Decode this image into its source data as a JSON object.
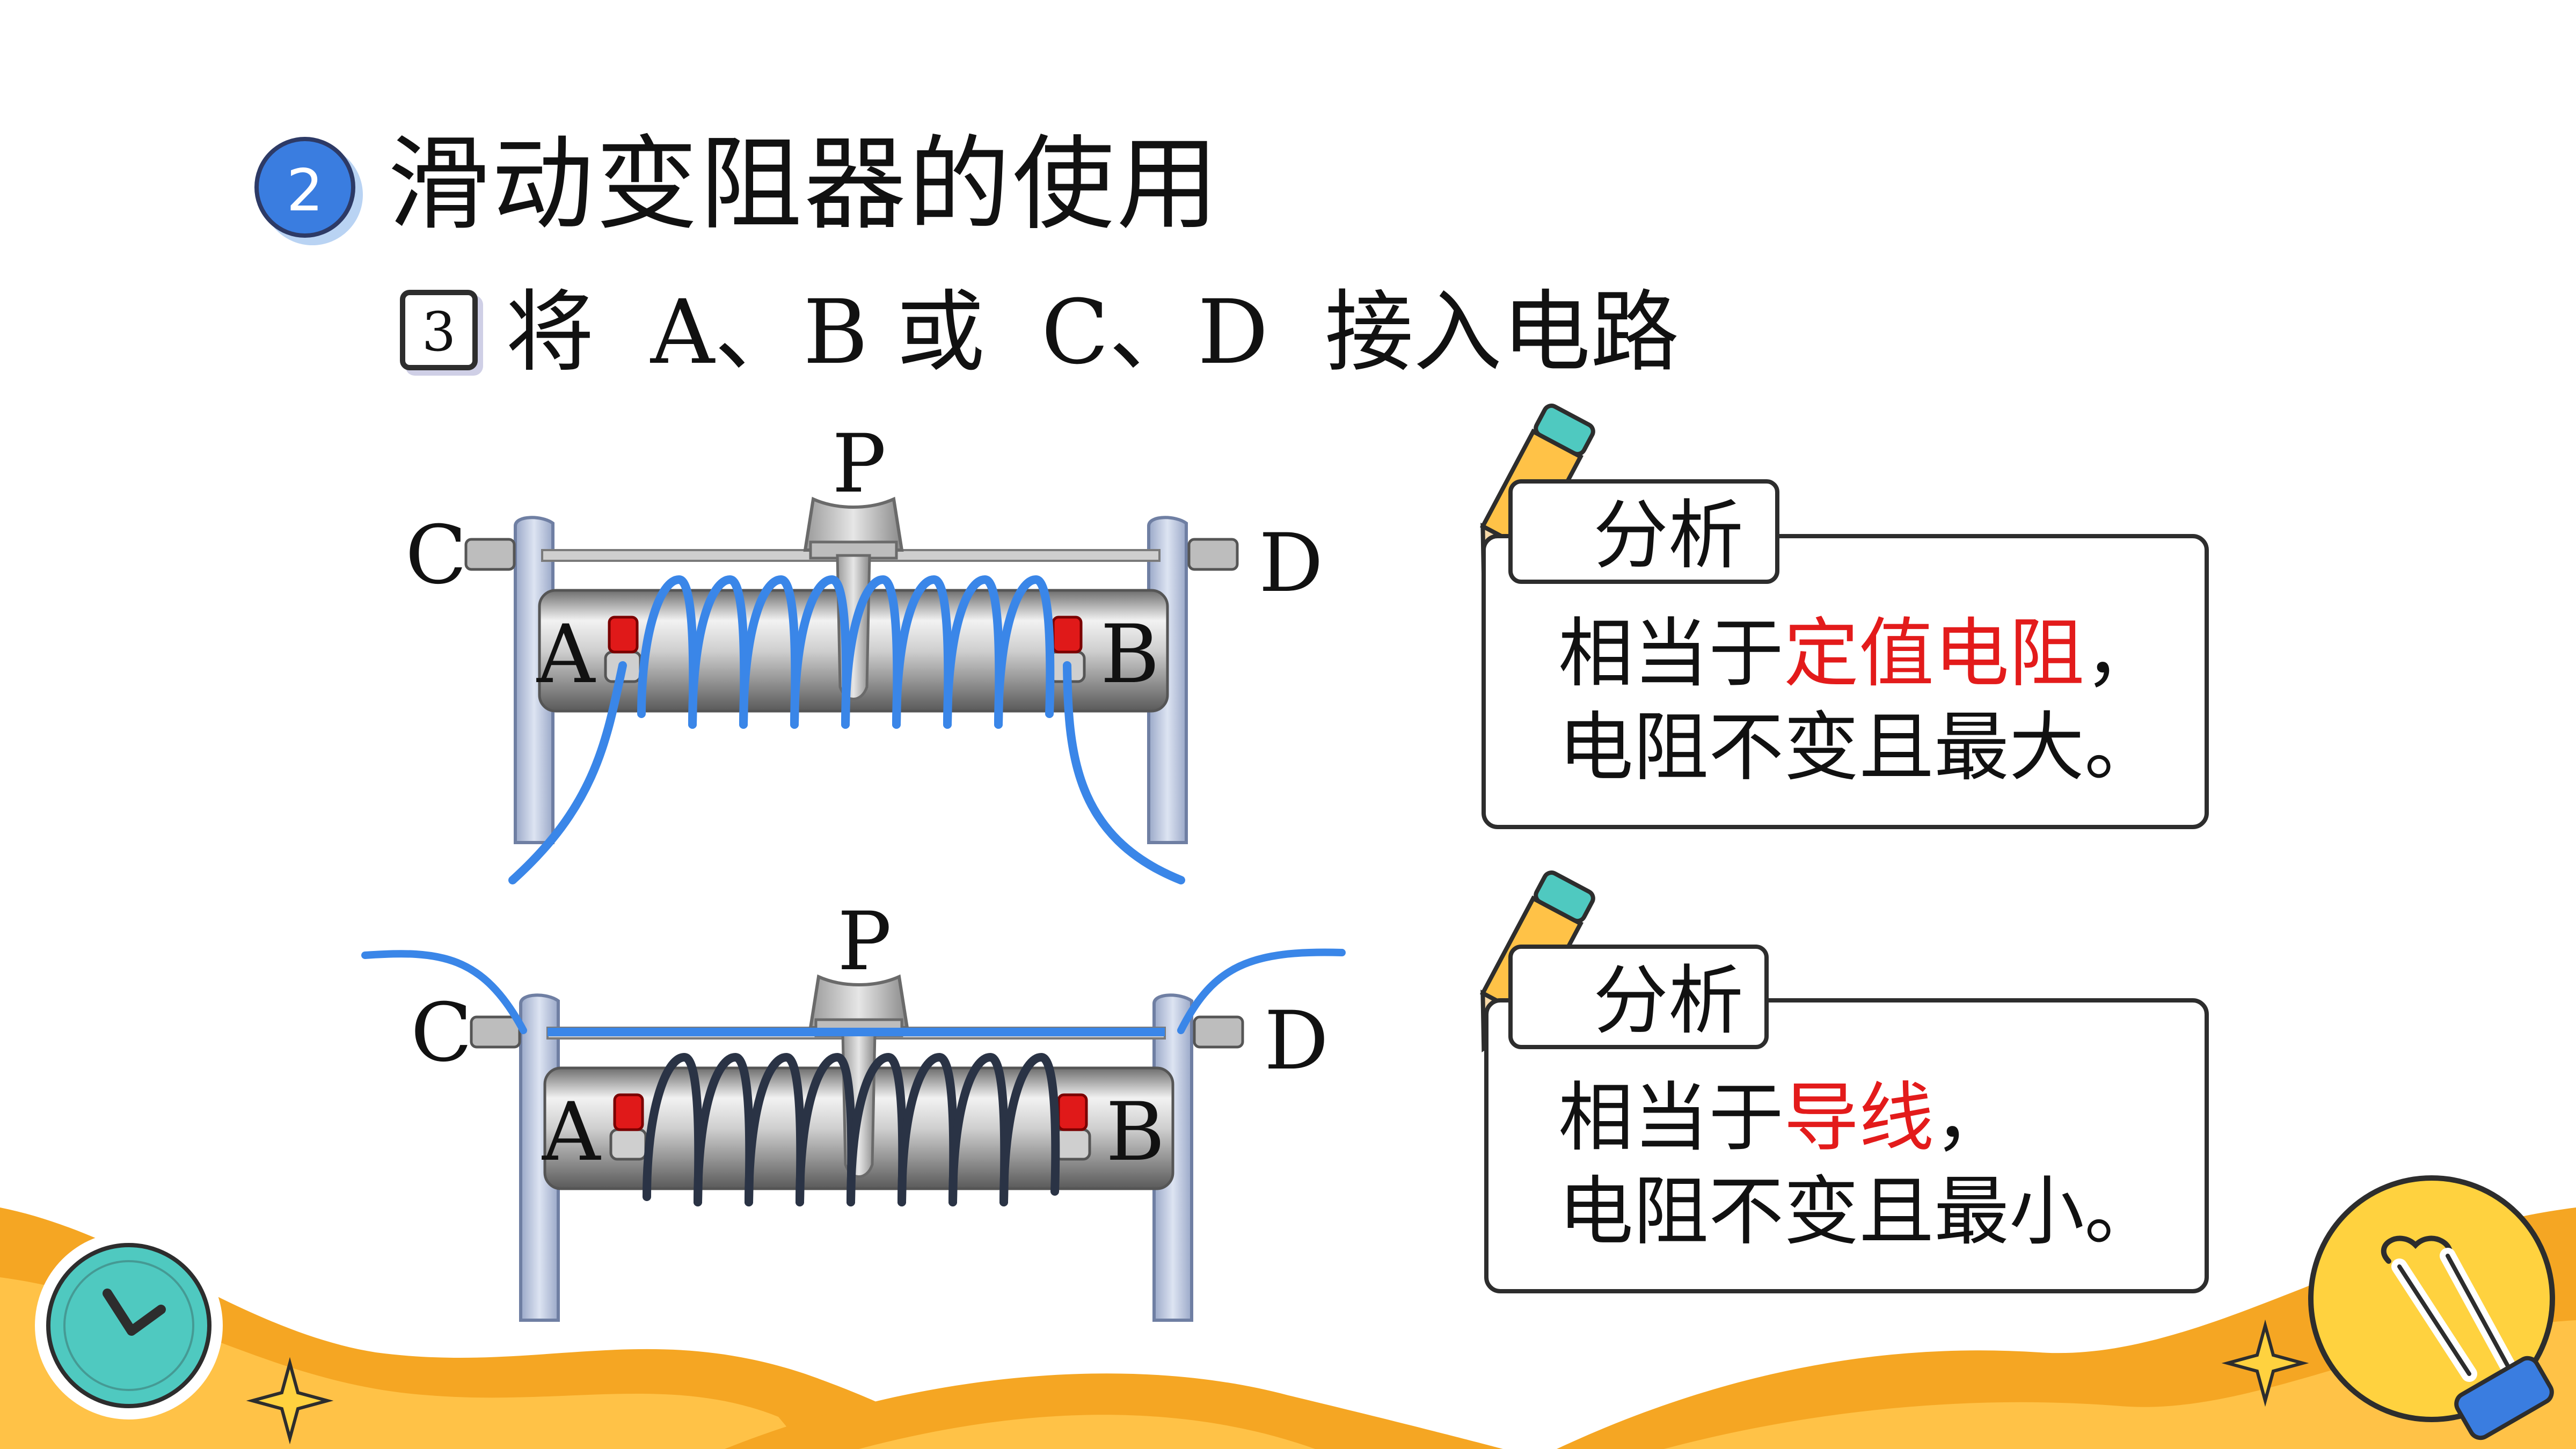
{
  "heading": {
    "number": "2",
    "title": "滑动变阻器的使用"
  },
  "step": {
    "number": "3",
    "text": "将  A、B 或  C、D  接入电路"
  },
  "diagram_top": {
    "label_p": "P",
    "label_c": "C",
    "label_d": "D",
    "label_a": "A",
    "label_b": "B",
    "wire_color": "#3a86e8"
  },
  "diagram_bottom": {
    "label_p": "P",
    "label_c": "C",
    "label_d": "D",
    "label_a": "A",
    "label_b": "B",
    "wire_color": "#3a86e8",
    "coil_color": "#2a3345"
  },
  "analysis_top": {
    "tab_label": "分析",
    "line1_prefix": "相当于",
    "line1_highlight": "定值电阻",
    "line1_suffix": "，",
    "line2": "电阻不变且最大。"
  },
  "analysis_bottom": {
    "tab_label": "分析",
    "line1_prefix": "相当于",
    "line1_highlight": "导线",
    "line1_suffix": "，",
    "line2": "电阻不变且最小。"
  },
  "colors": {
    "accent_blue": "#3a7de0",
    "highlight_red": "#e31b1b",
    "decor_orange": "#f5a623",
    "decor_yellow": "#ffd23f"
  }
}
